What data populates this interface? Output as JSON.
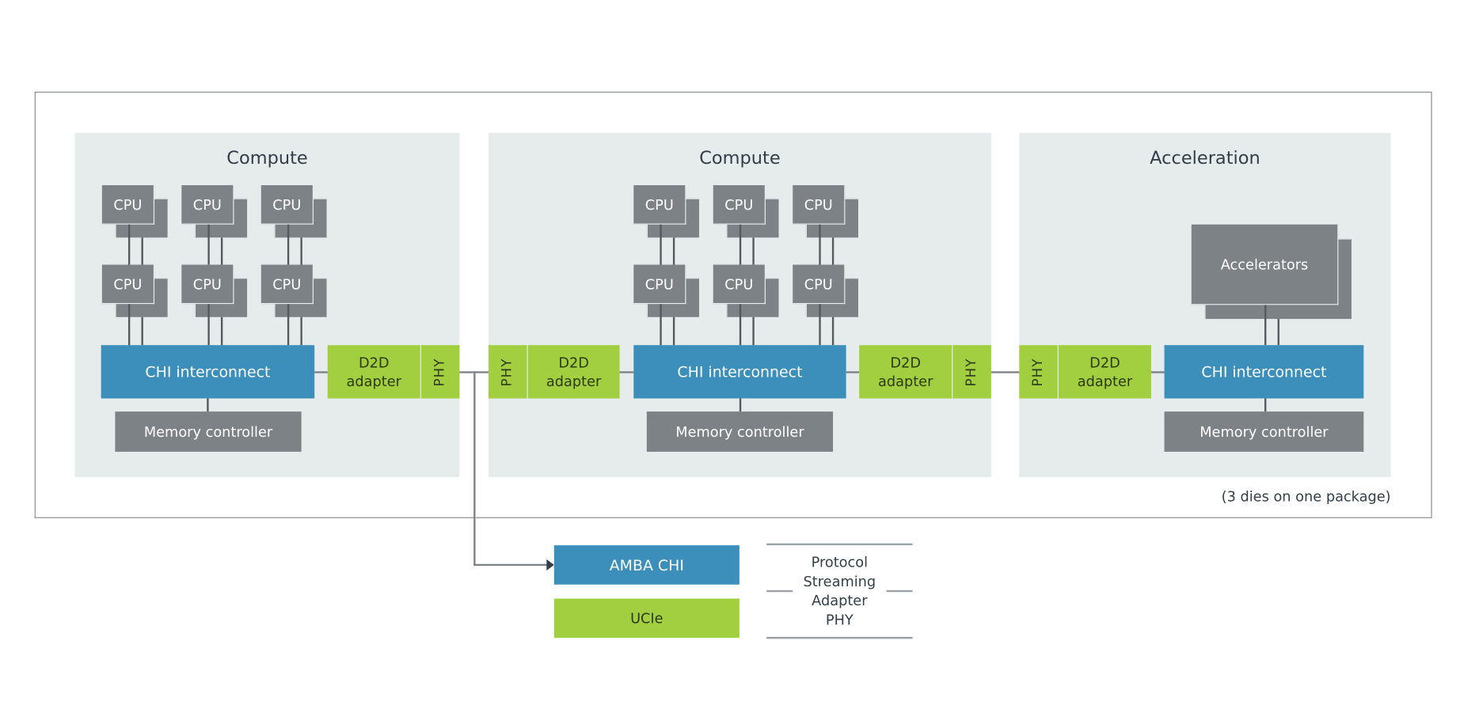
{
  "package": {
    "caption": "(3 dies on one package)",
    "dies": [
      {
        "title": "Compute",
        "cpus": [
          "CPU",
          "CPU",
          "CPU",
          "CPU",
          "CPU",
          "CPU"
        ],
        "interconnect": "CHI interconnect",
        "memory": "Memory controller",
        "right_link": {
          "adapter": [
            "D2D",
            "adapter"
          ],
          "phy": "PHY"
        }
      },
      {
        "title": "Compute",
        "cpus": [
          "CPU",
          "CPU",
          "CPU",
          "CPU",
          "CPU",
          "CPU"
        ],
        "interconnect": "CHI interconnect",
        "memory": "Memory controller",
        "left_link": {
          "adapter": [
            "D2D",
            "adapter"
          ],
          "phy": "PHY"
        },
        "right_link": {
          "adapter": [
            "D2D",
            "adapter"
          ],
          "phy": "PHY"
        }
      },
      {
        "title": "Acceleration",
        "accelerators": "Accelerators",
        "interconnect": "CHI interconnect",
        "memory": "Memory controller",
        "left_link": {
          "adapter": [
            "D2D",
            "adapter"
          ],
          "phy": "PHY"
        }
      }
    ]
  },
  "legend": {
    "items": [
      {
        "label": "AMBA CHI",
        "color": "#3b8fba"
      },
      {
        "label": "UCIe",
        "color": "#a2cf3f"
      }
    ],
    "layers": [
      "Protocol",
      "Streaming",
      "Adapter",
      "PHY"
    ]
  },
  "colors": {
    "chi_blue": "#3b8fba",
    "ucie_green": "#a2cf3f",
    "block_gray": "#7d8287",
    "die_bg": "#e6ebec"
  }
}
